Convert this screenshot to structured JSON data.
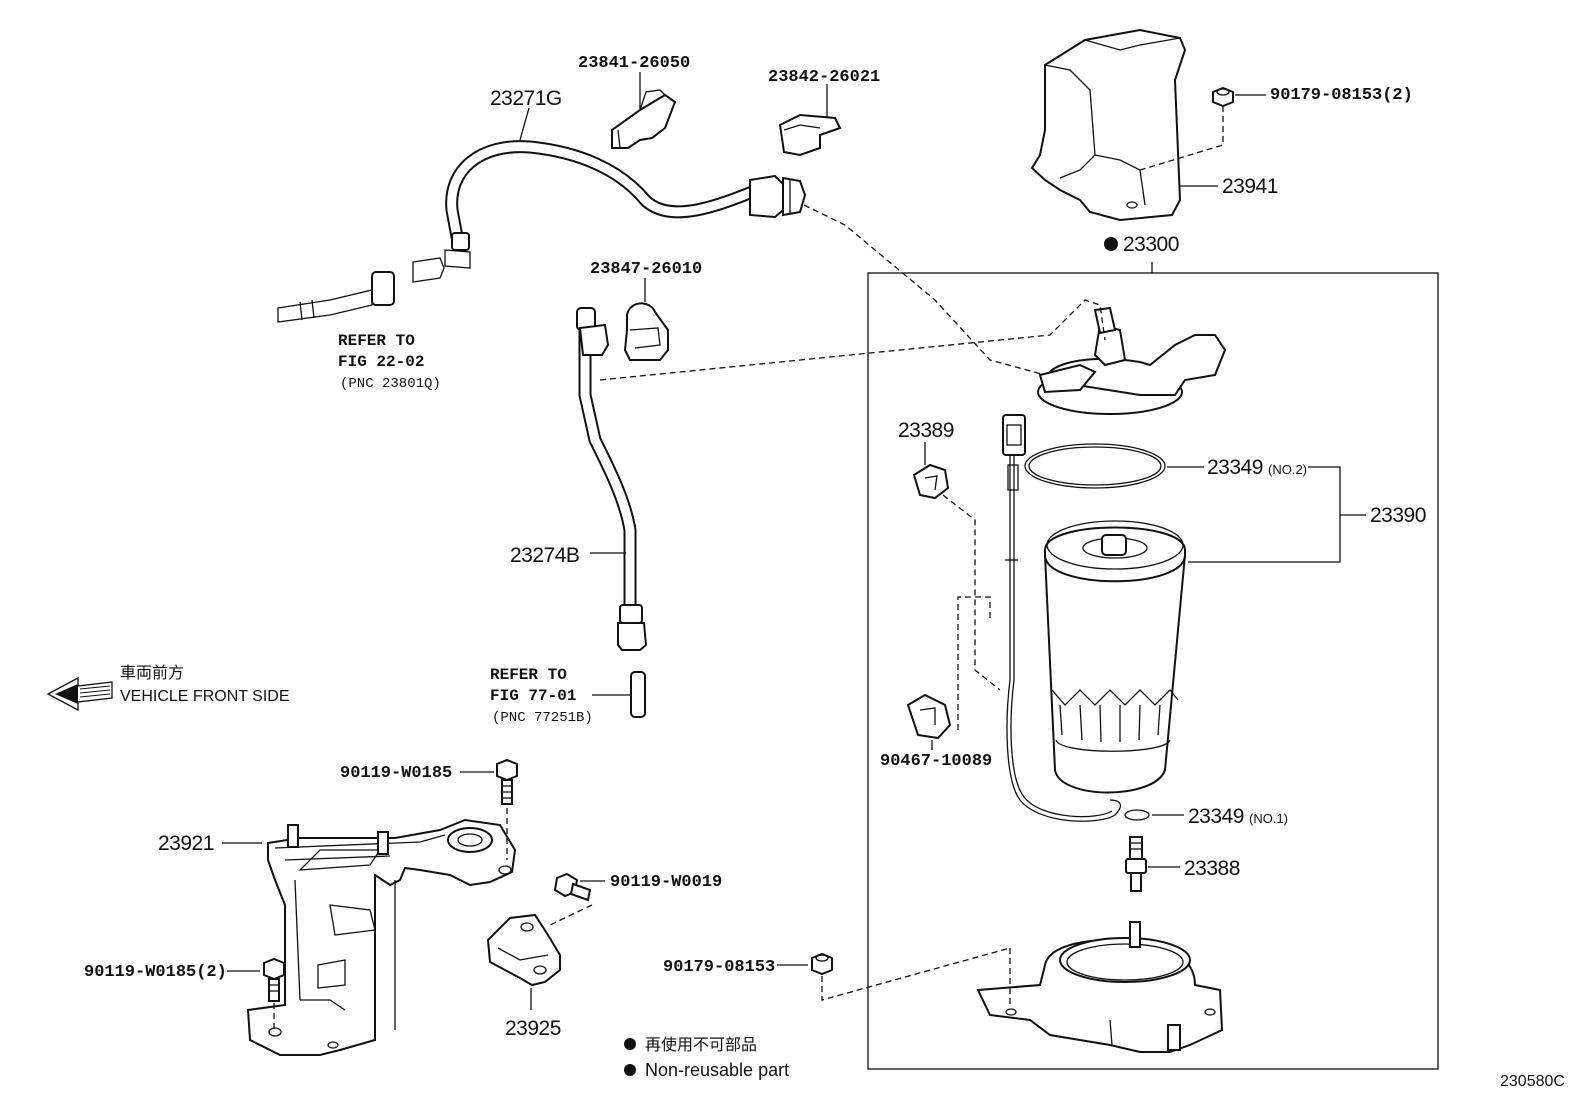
{
  "labels": {
    "p23841": "23841-26050",
    "p23842": "23842-26021",
    "p23271": "23271G",
    "p90179a": "90179-08153(2)",
    "p23941": "23941",
    "p23300": "23300",
    "p23847": "23847-26010",
    "p23389": "23389",
    "p23349b": "23349",
    "p23349b_sub": "(NO.2)",
    "p23390": "23390",
    "p23274": "23274B",
    "p90467": "90467-10089",
    "p23349a": "23349",
    "p23349a_sub": "(NO.1)",
    "p23388": "23388",
    "p90119a": "90119-W0185",
    "p23921": "23921",
    "p90119b": "90119-W0019",
    "p90119c": "90119-W0185(2)",
    "p23925": "23925",
    "p90179b": "90179-08153",
    "ref1_l1": "REFER TO",
    "ref1_l2": "FIG 22-02",
    "ref1_l3": "(PNC 23801Q)",
    "ref2_l1": "REFER TO",
    "ref2_l2": "FIG 77-01",
    "ref2_l3": "(PNC 77251B)",
    "front_jp": "車両前方",
    "front_en": "VEHICLE FRONT SIDE",
    "legend_jp": "再使用不可部品",
    "legend_en": "Non-reusable part",
    "diagram_code": "230580C"
  }
}
